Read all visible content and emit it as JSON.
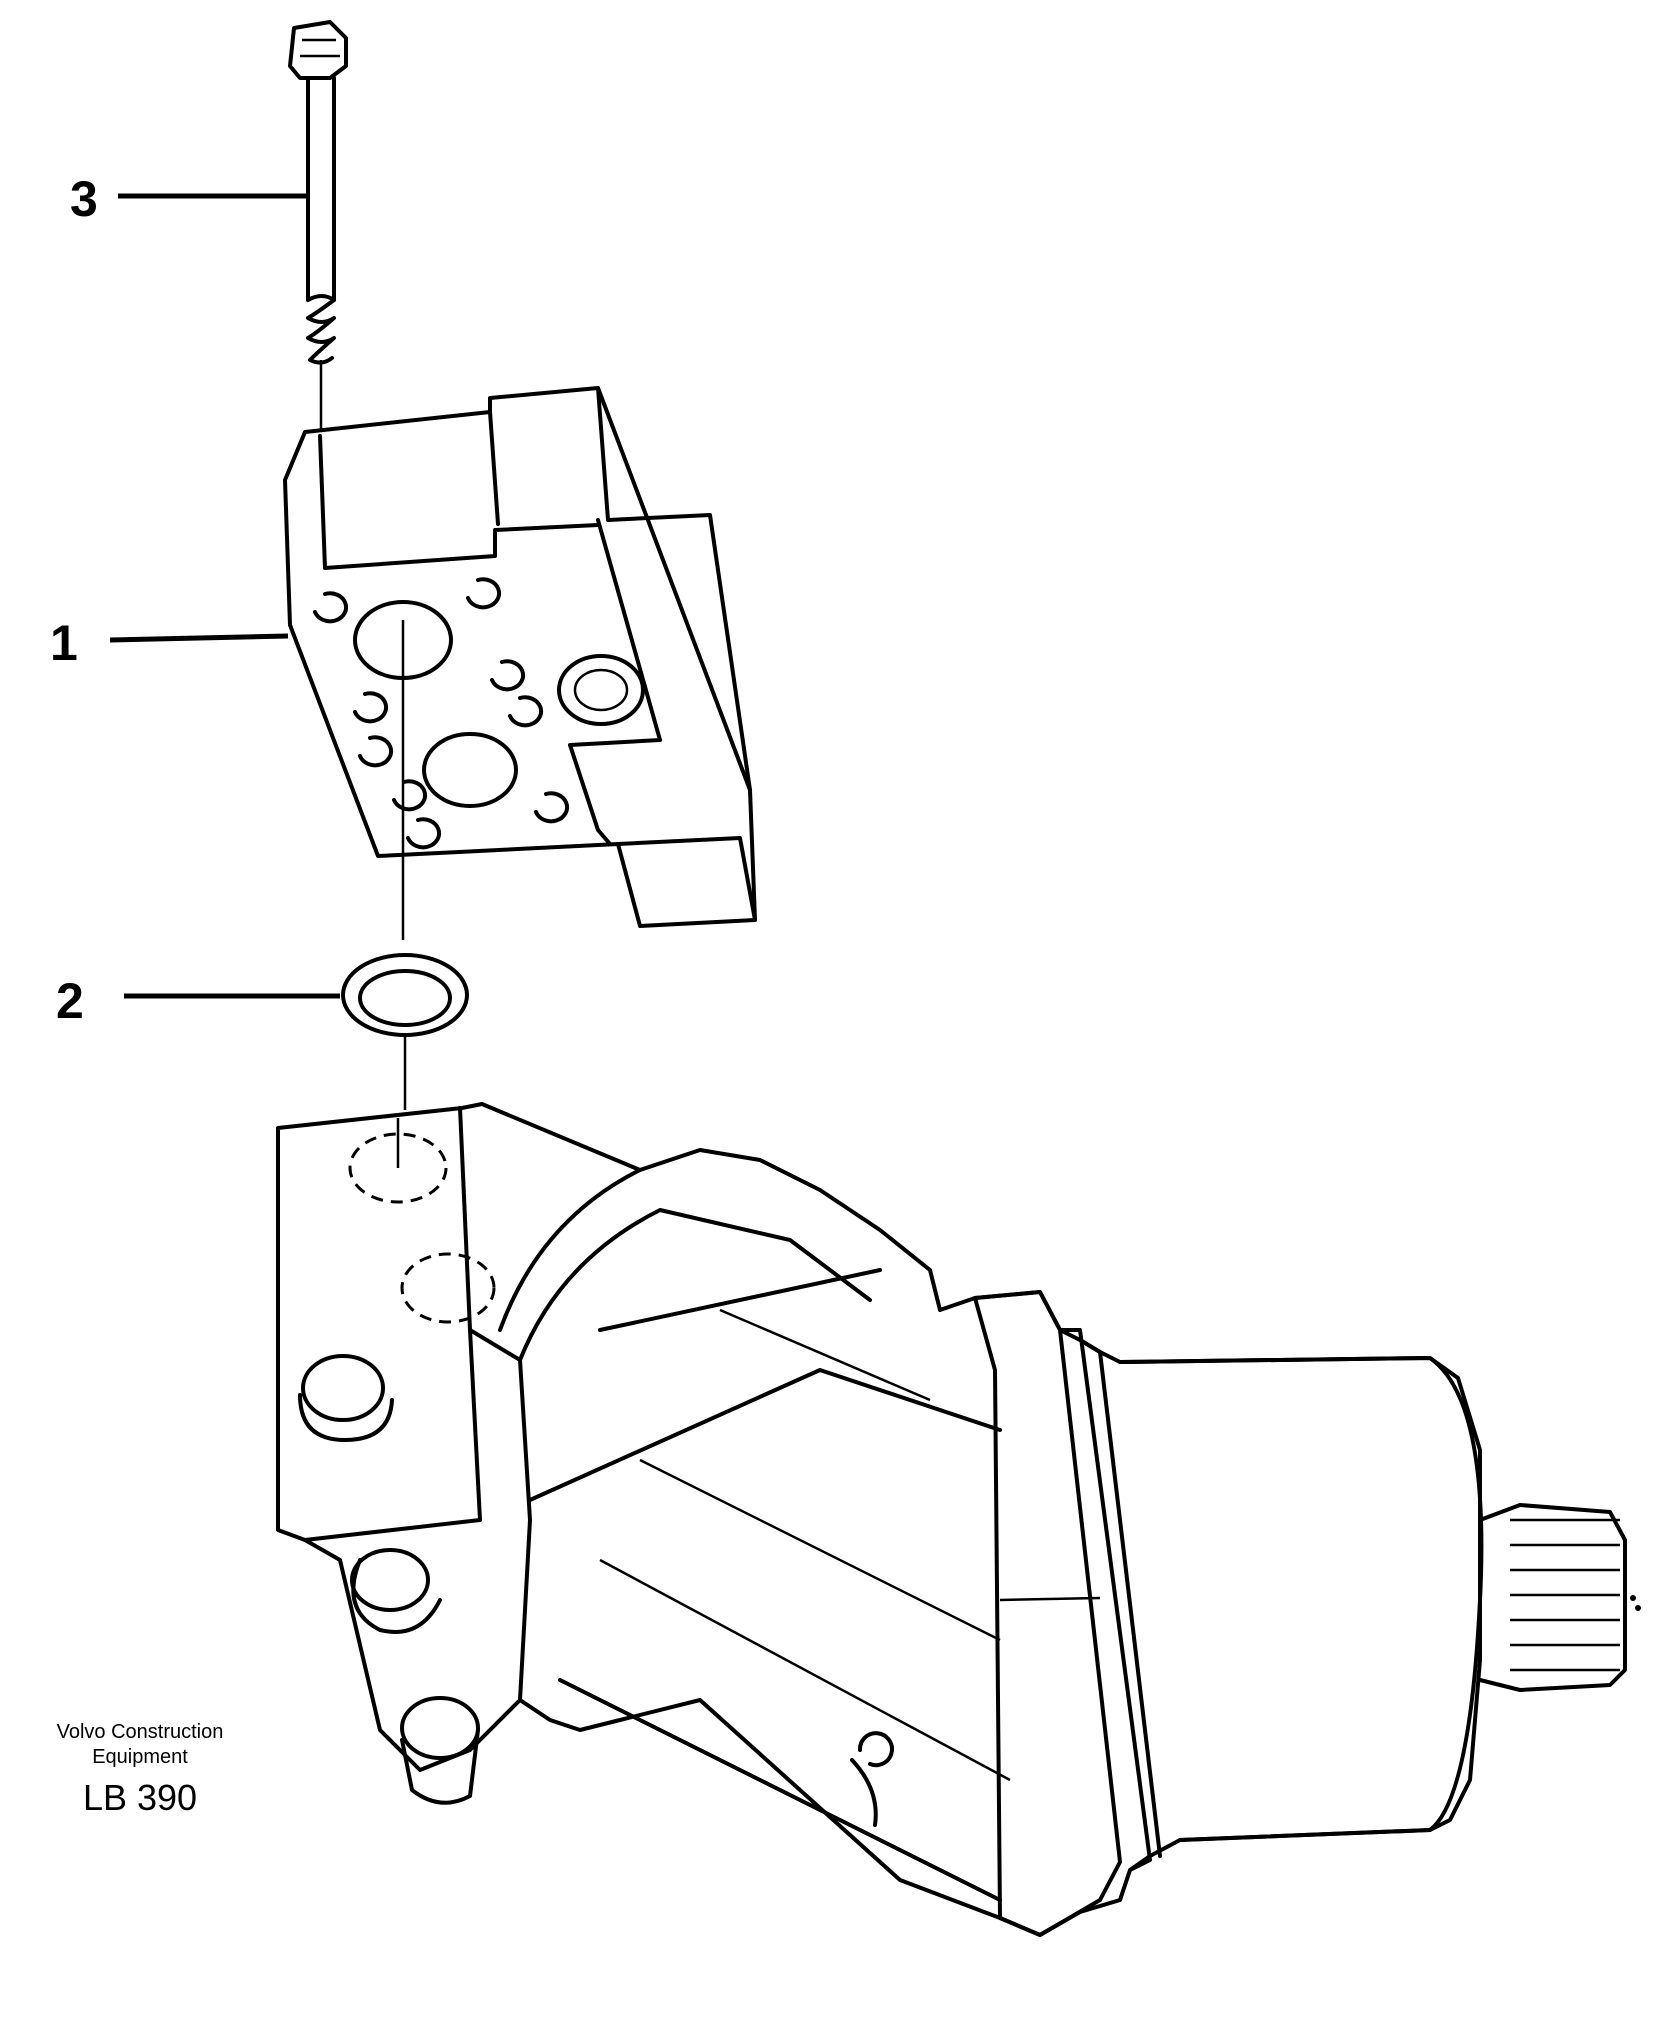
{
  "callouts": [
    {
      "number": "3",
      "part": "bolt"
    },
    {
      "number": "1",
      "part": "valve-block"
    },
    {
      "number": "2",
      "part": "o-ring"
    }
  ],
  "brand": {
    "line1": "Volvo Construction",
    "line2": "Equipment",
    "code": "LB 390"
  }
}
